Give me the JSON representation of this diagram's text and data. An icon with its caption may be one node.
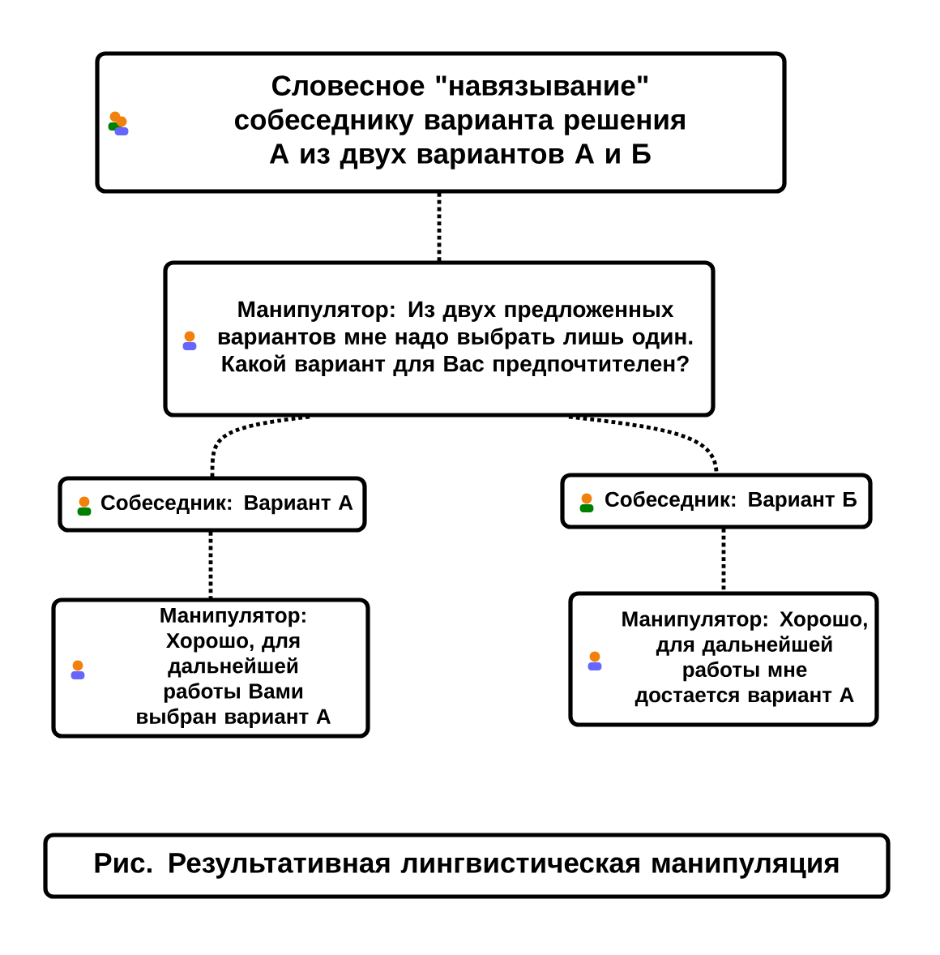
{
  "diagram": {
    "nodes": [
      {
        "text": [
          "Словесное \"навязывание\" собеседнику варианта решения А из двух вариантов А и Б"
        ]
      },
      {
        "text": [
          "Манипулятор: Из двух предложенных вариантов мне надо выбрать лишь один. Какой вариант для Вас предпочтителен?"
        ]
      },
      {
        "text": [
          "Собеседник: Вариант А"
        ]
      },
      {
        "text": [
          "Собеседник: Вариант Б"
        ]
      },
      {
        "text": [
          "Манипулятор: Хорошо, для дальнейшей работы Вами выбран вариант А"
        ]
      },
      {
        "text": [
          "Манипулятор: Хорошо, для дальнейшей работы мне достается вариант А"
        ]
      },
      {
        "text": [
          "Рис. Результативная лингвистическая манипуляция"
        ]
      }
    ],
    "edges": [
      {
        "from": 0,
        "to": 1,
        "arrow": "none"
      },
      {
        "from": 1,
        "to": 2,
        "arrow": "none"
      },
      {
        "from": 1,
        "to": 3,
        "arrow": "none"
      },
      {
        "from": 2,
        "to": 4,
        "arrow": "none"
      },
      {
        "from": 3,
        "to": 5,
        "arrow": "none"
      }
    ]
  }
}
